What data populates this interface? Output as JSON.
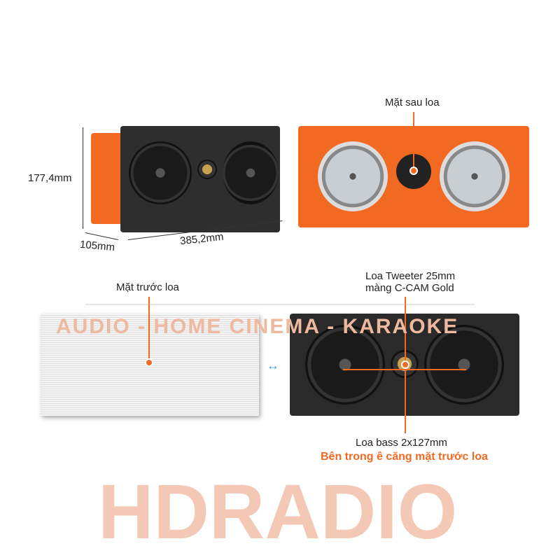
{
  "watermark": {
    "brand": "HDRADIO",
    "tagline": "AUDIO - HOME CINEMA - KARAOKE"
  },
  "dimensions": {
    "height": "177,4mm",
    "depth": "105mm",
    "width": "385,2mm"
  },
  "labels": {
    "back": "Mặt sau loa",
    "front_grille": "Mặt trước loa",
    "tweeter_line1": "Loa Tweeter 25mm",
    "tweeter_line2": "màng C-CAM Gold",
    "bass": "Loa bass 2x127mm",
    "note": "Bên trong ê căng mặt trước loa"
  },
  "colors": {
    "accent": "#f26a21",
    "swap_arrow": "#3aa0d8"
  }
}
